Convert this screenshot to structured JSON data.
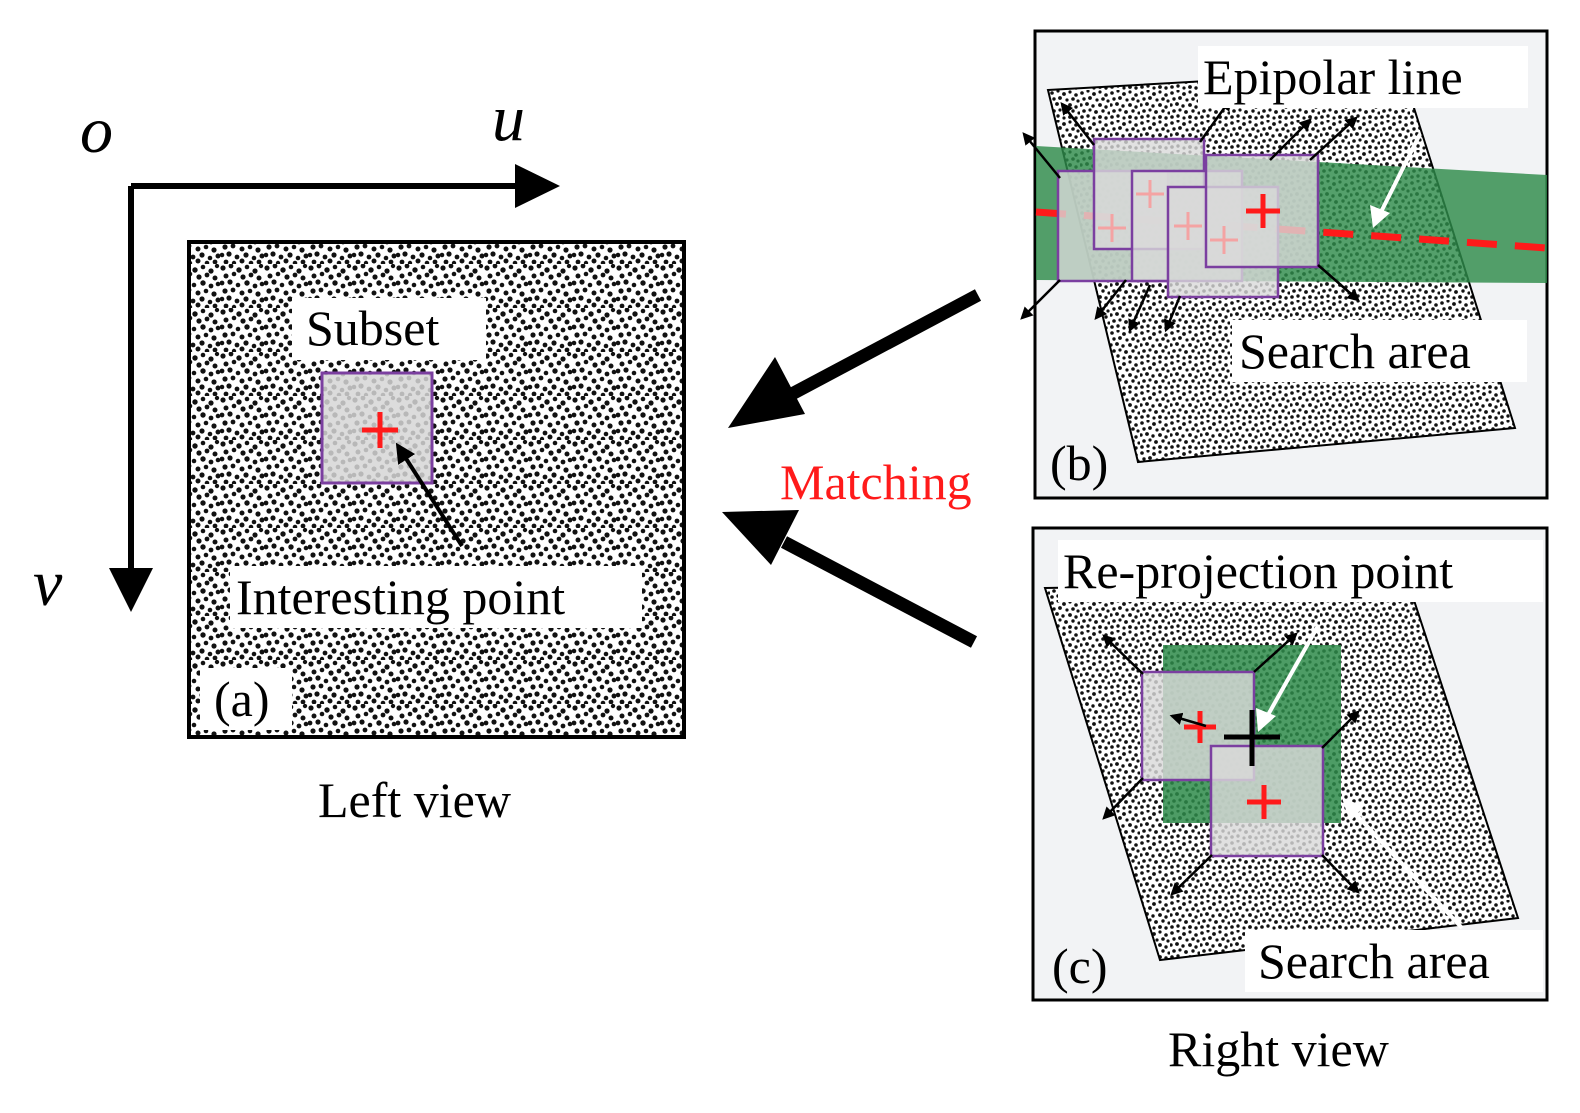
{
  "axes": {
    "origin": "o",
    "u": "u",
    "v": "v"
  },
  "left_panel": {
    "tag": "(a)",
    "subset_label": "Subset",
    "point_label": "Interesting point",
    "caption": "Left view"
  },
  "panel_b": {
    "tag": "(b)",
    "epipolar_label": "Epipolar line",
    "search_label": "Search area"
  },
  "panel_c": {
    "tag": "(c)",
    "reprojection_label": "Re-projection point",
    "search_label": "Search area"
  },
  "matching_label": "Matching",
  "right_caption": "Right view",
  "colors": {
    "speckle": "#111111",
    "subset_fill": "#d6d6d6",
    "subset_border": "#7b3fa0",
    "search_area": "#2e8b4a",
    "epipolar_line": "#ff1a1a",
    "marker": "#ff1a1a",
    "matching_text": "#ff1a1a",
    "panel_bg": "#f2f3f5"
  }
}
